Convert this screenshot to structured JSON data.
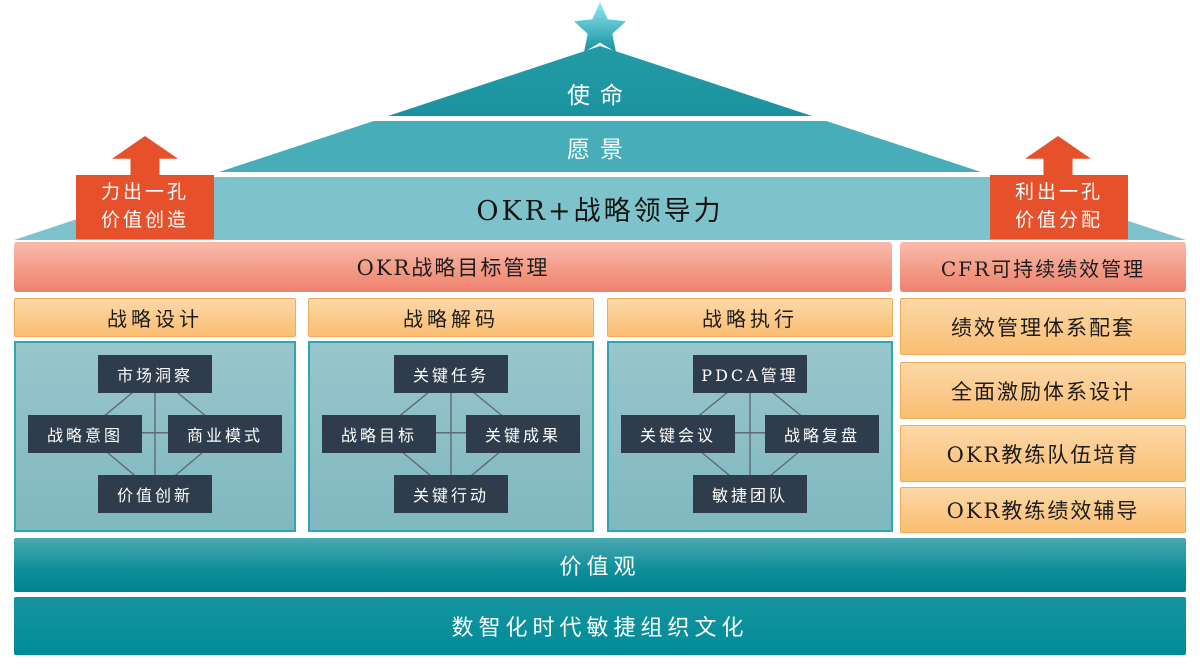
{
  "pyramid": {
    "tier_mission": "使命",
    "tier_vision": "愿景",
    "tier_leadership": "OKR+战略领导力",
    "top_icon": "star"
  },
  "arrows": {
    "left": {
      "line1": "力出一孔",
      "line2": "价值创造"
    },
    "right": {
      "line1": "利出一孔",
      "line2": "价值分配"
    }
  },
  "bands": {
    "okr": "OKR战略目标管理",
    "cfr": "CFR可持续绩效管理"
  },
  "columns": [
    {
      "header": "战略设计",
      "top": "市场洞察",
      "left": "战略意图",
      "right": "商业模式",
      "bottom": "价值创新"
    },
    {
      "header": "战略解码",
      "top": "关键任务",
      "left": "战略目标",
      "right": "关键成果",
      "bottom": "关键行动"
    },
    {
      "header": "战略执行",
      "top": "PDCA管理",
      "left": "关键会议",
      "right": "战略复盘",
      "bottom": "敏捷团队"
    }
  ],
  "right_column": [
    "绩效管理体系配套",
    "全面激励体系设计",
    "OKR教练队伍培育",
    "OKR教练绩效辅导"
  ],
  "footer": {
    "values": "价值观",
    "culture": "数智化时代敏捷组织文化"
  },
  "colors": {
    "teal_dark": "#1E97A2",
    "teal_mid": "#47AEB9",
    "teal_light": "#7EC3CB",
    "teal_footer": "#008C99",
    "orange_red": "#E6502B",
    "salmon": "#EE8373",
    "orange": "#FABE71",
    "node_dark": "#2F3C4B",
    "panel_teal": "#8BBEC5",
    "star_cyan": "#7FE3EE"
  }
}
